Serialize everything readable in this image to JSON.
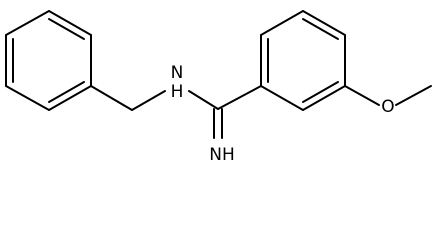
{
  "structure": {
    "colors": {
      "bond": "#000000",
      "label": "#000000",
      "background": "#ffffff"
    },
    "labels": {
      "amine_n": "N",
      "amine_h": "H",
      "imine": "NH",
      "oxygen": "O"
    }
  }
}
